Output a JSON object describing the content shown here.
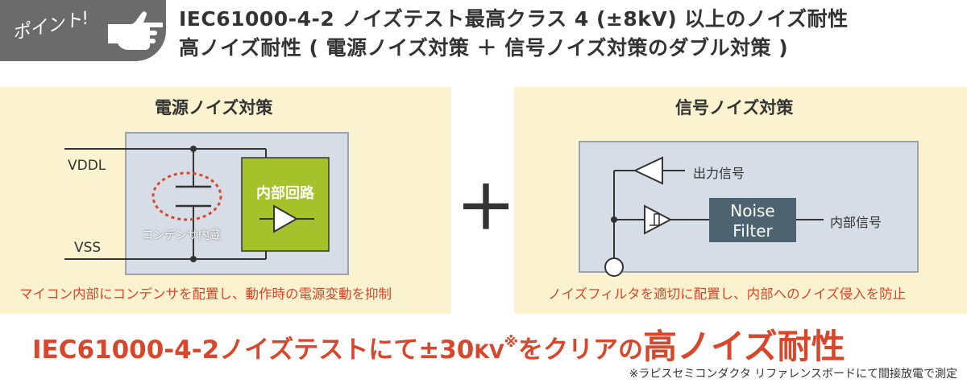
{
  "header": {
    "point_label": "ポイント!",
    "line1": "IEC61000-4-2 ノイズテスト最高クラス 4 (±8kV) 以上のノイズ耐性",
    "line2": "高ノイズ耐性 ( 電源ノイズ対策 ＋ 信号ノイズ対策のダブル対策 )"
  },
  "left_panel": {
    "title": "電源ノイズ対策",
    "vddl": "VDDL",
    "vss": "VSS",
    "internal_circuit": "内部回路",
    "capacitor_label": "コンデンサ内蔵",
    "caption": "マイコン内部にコンデンサを配置し、動作時の電源変動を抑制"
  },
  "plus_symbol": "＋",
  "right_panel": {
    "title": "信号ノイズ対策",
    "output_signal": "出力信号",
    "noise_filter_line1": "Noise",
    "noise_filter_line2": "Filter",
    "internal_signal": "内部信号",
    "caption": "ノイズフィルタを適切に配置し、内部へのノイズ侵入を防止"
  },
  "footer": {
    "result_prefix": "IEC61000-4-2ノイズテストにて±30",
    "result_unit": "KV",
    "result_mark": "※",
    "result_middle": "をクリアの",
    "result_emphasis": "高ノイズ耐性",
    "note": "※ラピスセミコンダクタ リファレンスボードにて間接放電で測定"
  },
  "colors": {
    "accent_red": "#d8472b",
    "panel_bg": "#fbf3cf",
    "chip_bg": "#d6dde6",
    "circuit_green": "#a6c22b",
    "filter_box": "#4d6470",
    "badge_gray": "#6b6b6b"
  }
}
